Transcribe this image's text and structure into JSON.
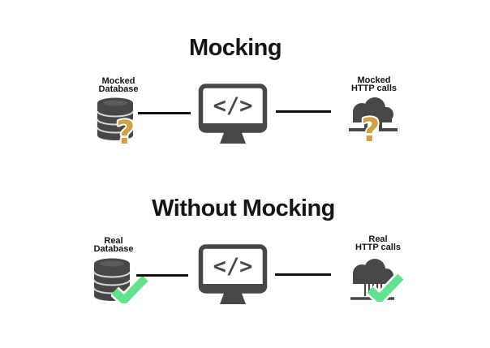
{
  "background": "#ffffff",
  "colors": {
    "icon_gray": "#474747",
    "text_black": "#151515",
    "connector_black": "#111111",
    "badge_gold": "#cfa23d",
    "badge_green": "#62e48e"
  },
  "sections": [
    {
      "title": "Mocking",
      "left_node": {
        "label_line1": "Mocked",
        "label_line2": "Database",
        "icon": "database-icon",
        "badge_icon": "question-mark",
        "badge_glyph": "?"
      },
      "center_node": {
        "icon": "code-monitor-icon",
        "code_glyph": "</>"
      },
      "right_node": {
        "label_line1": "Mocked",
        "label_line2": "HTTP calls",
        "icon": "cloud-network-icon",
        "badge_icon": "question-mark",
        "badge_glyph": "?"
      }
    },
    {
      "title": "Without Mocking",
      "left_node": {
        "label_line1": "Real",
        "label_line2": "Database",
        "icon": "database-icon",
        "badge_icon": "checkmark"
      },
      "center_node": {
        "icon": "code-monitor-icon",
        "code_glyph": "</>"
      },
      "right_node": {
        "label_line1": "Real",
        "label_line2": "HTTP calls",
        "icon": "cloud-network-icon",
        "badge_icon": "checkmark"
      }
    }
  ]
}
